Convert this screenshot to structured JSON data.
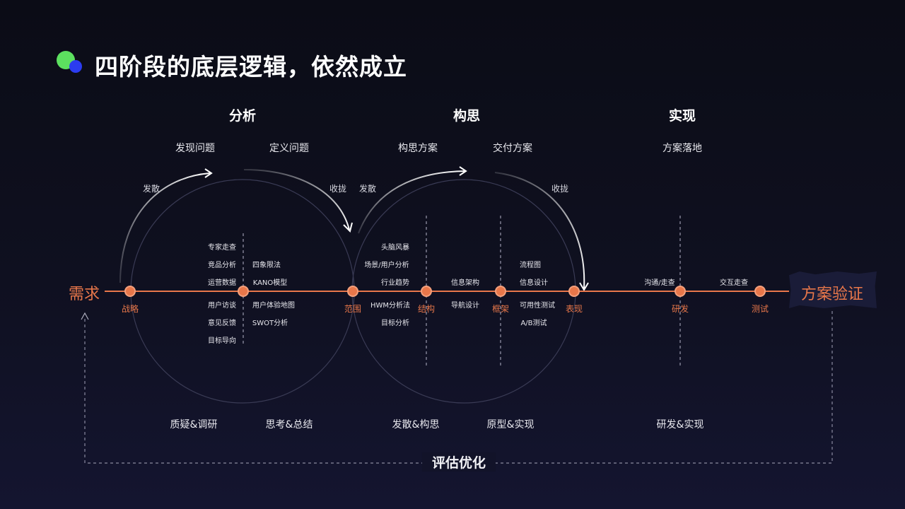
{
  "title": "四阶段的底层逻辑，依然成立",
  "stages": [
    "分析",
    "构思",
    "实现"
  ],
  "tasks": [
    "发现问题",
    "定义问题",
    "构思方案",
    "交付方案",
    "方案落地"
  ],
  "motions": [
    "发散",
    "收拢",
    "发散",
    "收拢"
  ],
  "endpoints": {
    "start": "需求",
    "end": "方案验证"
  },
  "nodes": [
    "战略",
    "范围",
    "结构",
    "框架",
    "表现",
    "研发",
    "测试"
  ],
  "methods": {
    "col1": [
      "专家走查",
      "竞品分析",
      "运营数据",
      "用户访谈",
      "意见反馈",
      "目标导向"
    ],
    "col2": [
      "四象限法",
      "KANO模型",
      "用户体验地图",
      "SWOT分析"
    ],
    "col3": [
      "头脑风暴",
      "场景/用户分析",
      "行业趋势",
      "HWM分析法",
      "目标分析"
    ],
    "col4": [
      "信息架构",
      "导航设计"
    ],
    "col5": [
      "流程图",
      "信息设计",
      "可用性测试",
      "A/B测试"
    ],
    "col6": [
      "沟通/走查"
    ],
    "col7": [
      "交互走查"
    ]
  },
  "phases": [
    "质疑&调研",
    "思考&总结",
    "发散&构思",
    "原型&实现",
    "研发&实现"
  ],
  "footer": "评估优化",
  "colors": {
    "accent": "#e8774a",
    "green": "#5ce05f",
    "blue": "#2b3cf0"
  }
}
